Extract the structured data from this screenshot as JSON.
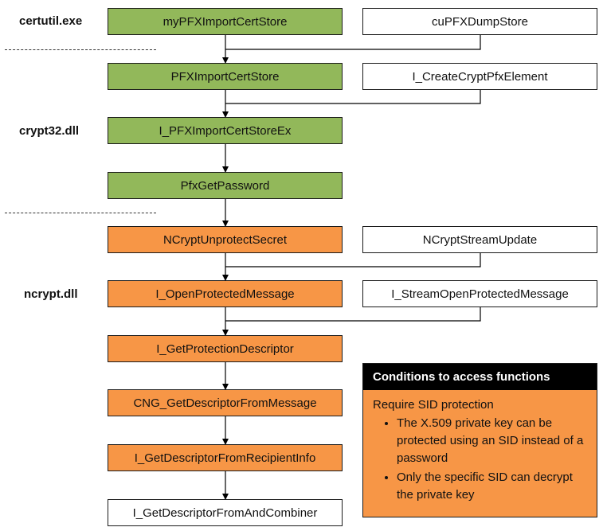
{
  "modules": {
    "certutil": "certutil.exe",
    "crypt32": "crypt32.dll",
    "ncrypt": "ncrypt.dll"
  },
  "functions": {
    "myPFXImportCertStore": "myPFXImportCertStore",
    "cuPFXDumpStore": "cuPFXDumpStore",
    "PFXImportCertStore": "PFXImportCertStore",
    "I_CreateCryptPfxElement": "I_CreateCryptPfxElement",
    "I_PFXImportCertStoreEx": "I_PFXImportCertStoreEx",
    "PfxGetPassword": "PfxGetPassword",
    "NCryptUnprotectSecret": "NCryptUnprotectSecret",
    "NCryptStreamUpdate": "NCryptStreamUpdate",
    "I_OpenProtectedMessage": "I_OpenProtectedMessage",
    "I_StreamOpenProtectedMessage": "I_StreamOpenProtectedMessage",
    "I_GetProtectionDescriptor": "I_GetProtectionDescriptor",
    "CNG_GetDescriptorFromMessage": "CNG_GetDescriptorFromMessage",
    "I_GetDescriptorFromRecipientInfo": "I_GetDescriptorFromRecipientInfo",
    "I_GetDescriptorFromAndCombiner": "I_GetDescriptorFromAndCombiner"
  },
  "conditions": {
    "title": "Conditions to access functions",
    "subtitle": "Require SID protection",
    "bullets": [
      "The X.509 private key can be protected using an SID instead of a password",
      "Only the specific SID can decrypt the private key"
    ]
  },
  "colors": {
    "certutil_crypt32": "#92b85a",
    "ncrypt": "#f79646",
    "other": "#ffffff",
    "conditions_header": "#000000"
  }
}
